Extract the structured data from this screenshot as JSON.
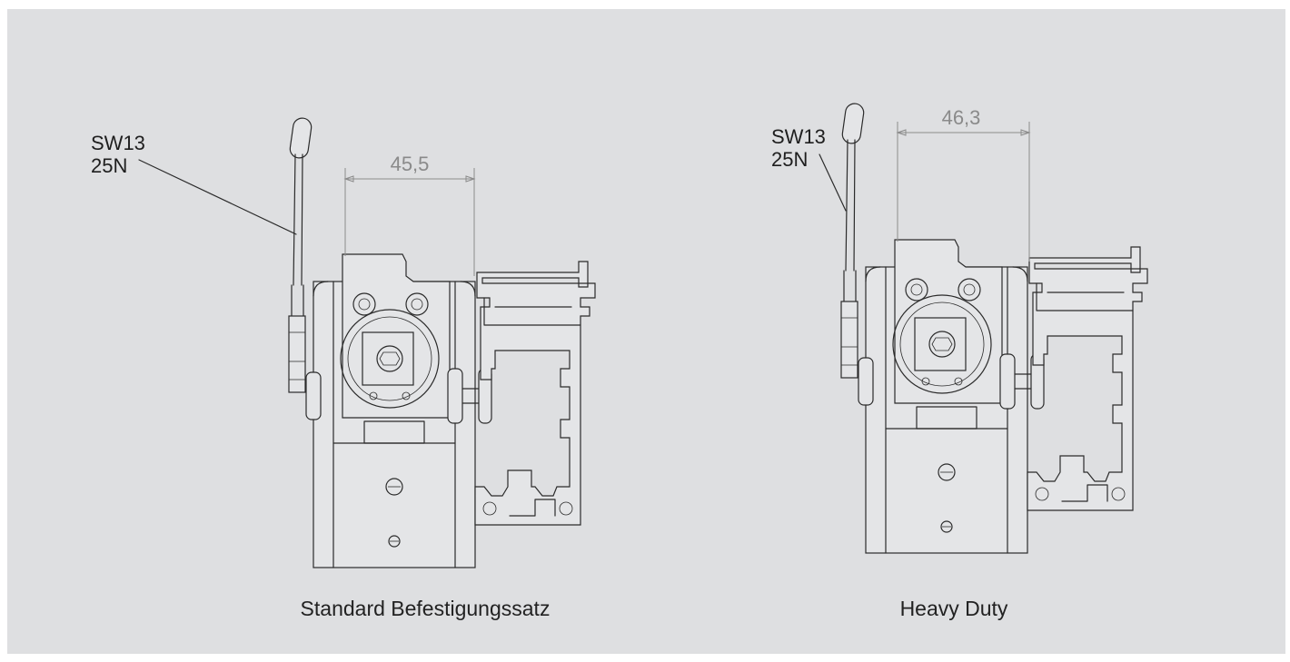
{
  "views": [
    {
      "caption": "Standard Befestigungssatz",
      "dimension": "45,5",
      "callout_line1": "SW13",
      "callout_line2": "25N"
    },
    {
      "caption": "Heavy Duty",
      "dimension": "46,3",
      "callout_line1": "SW13",
      "callout_line2": "25N"
    }
  ]
}
